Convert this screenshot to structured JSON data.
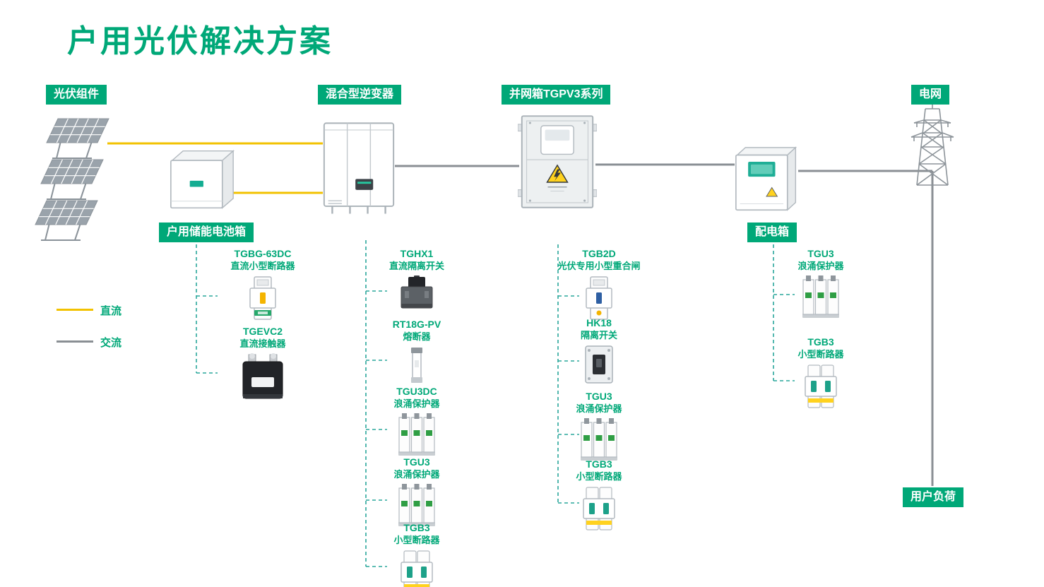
{
  "title": "户用光伏解决方案",
  "labels": {
    "pv_modules": "光伏组件",
    "hybrid_inverter": "混合型逆变器",
    "grid_connection_box": "并网箱TGPV3系列",
    "power_grid": "电网",
    "battery_box": "户用储能电池箱",
    "distribution_box": "配电箱",
    "user_load": "用户负荷"
  },
  "legend": {
    "dc": "直流",
    "ac": "交流"
  },
  "colors": {
    "brand_green": "#00A878",
    "dc_yellow": "#F2C200",
    "ac_gray": "#8A8F94",
    "dashed_teal": "#2AA79B",
    "warning_yellow": "#FFD21F"
  },
  "component_groups": {
    "battery_box": [
      {
        "model": "TGBG-63DC",
        "desc": "直流小型断路器"
      },
      {
        "model": "TGEVC2",
        "desc": "直流接触器"
      }
    ],
    "hybrid_inverter": [
      {
        "model": "TGHX1",
        "desc": "直流隔离开关"
      },
      {
        "model": "RT18G-PV",
        "desc": "熔断器"
      },
      {
        "model": "TGU3DC",
        "desc": "浪涌保护器"
      },
      {
        "model": "TGU3",
        "desc": "浪涌保护器"
      },
      {
        "model": "TGB3",
        "desc": "小型断路器"
      }
    ],
    "grid_connection_box": [
      {
        "model": "TGB2D",
        "desc": "光伏专用小型重合闸"
      },
      {
        "model": "HK18",
        "desc": "隔离开关"
      },
      {
        "model": "TGU3",
        "desc": "浪涌保护器"
      },
      {
        "model": "TGB3",
        "desc": "小型断路器"
      }
    ],
    "distribution_box": [
      {
        "model": "TGU3",
        "desc": "浪涌保护器"
      },
      {
        "model": "TGB3",
        "desc": "小型断路器"
      }
    ]
  }
}
